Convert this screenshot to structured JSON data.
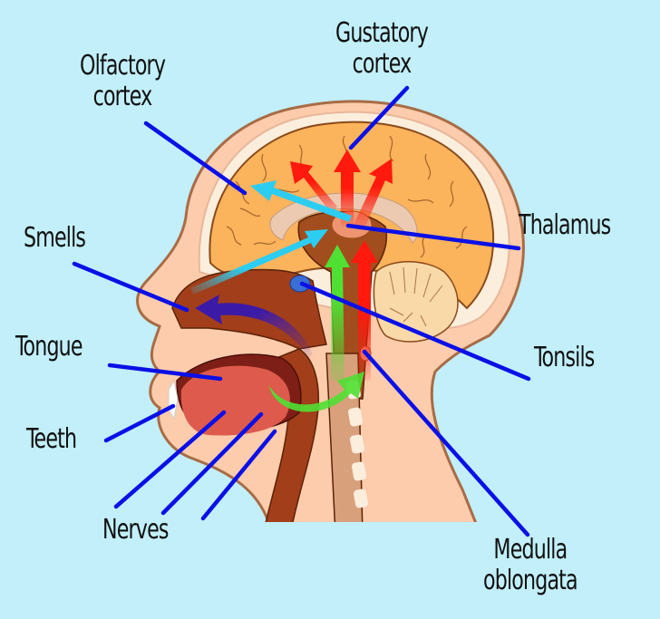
{
  "diagram": {
    "title": "Taste and smell pathways in the human head",
    "background_color": "#c2eff9",
    "leader_line_color": "#0a10e6",
    "arrow_colors": {
      "gustatory": "#ff1a0d",
      "olfactory": "#2ccdf2",
      "swallow": "#4fe033",
      "smell_airflow": "#3c1aa8"
    },
    "labels": {
      "olfactory_cortex": [
        "Olfactory",
        "cortex"
      ],
      "gustatory_cortex": [
        "Gustatory",
        "cortex"
      ],
      "smells": [
        "Smells"
      ],
      "thalamus": [
        "Thalamus"
      ],
      "tongue": [
        "Tongue"
      ],
      "tonsils": [
        "Tonsils"
      ],
      "teeth": [
        "Teeth"
      ],
      "nerves": [
        "Nerves"
      ],
      "medulla_oblongata": [
        "Medulla",
        "oblongata"
      ]
    }
  }
}
